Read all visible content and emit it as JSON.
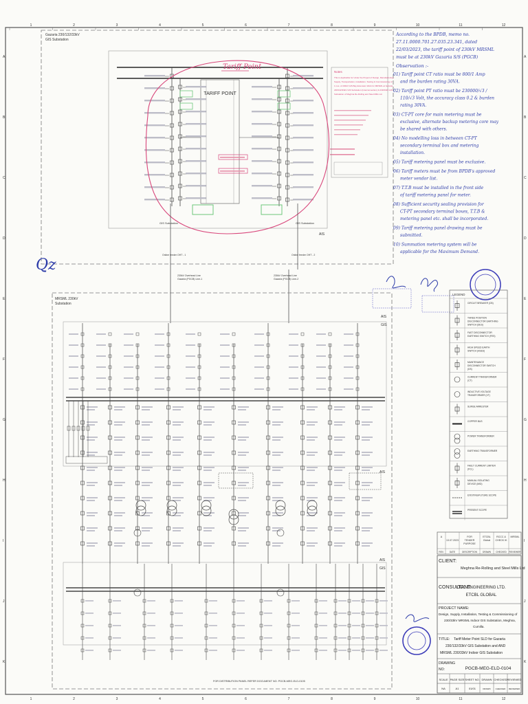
{
  "sheet": {
    "col_numbers": [
      "1",
      "2",
      "3",
      "4",
      "5",
      "6",
      "7",
      "8",
      "9",
      "10",
      "11",
      "12"
    ],
    "row_letters": [
      "A",
      "B",
      "C",
      "D",
      "E",
      "F",
      "G",
      "H",
      "I",
      "J",
      "K"
    ]
  },
  "top_section": {
    "box_label": [
      "Gazaria 230/132/33kV",
      "GIS Substation"
    ],
    "tariff_point_label": "TARIFF POINT",
    "tariff_point_handwritten": "Tariff Point",
    "left_bay_label": "GIS Substation",
    "right_bay_label": "GIS Substation",
    "corner_tag": "AIS",
    "line_labels": [
      "Online feeder OHT - 1",
      "Online feeder OHT - 2"
    ],
    "overhead_labels": [
      [
        "230kV Overhead Line",
        "Gazaria (PGCB) Line-1"
      ],
      [
        "230kV Overhead Line",
        "Gazaria (PGCB) Line-2"
      ]
    ]
  },
  "notes_box": {
    "heading": "Notes",
    "lines": [
      "This is Applicable for Under the Project of Design, Manufacturing,",
      "Supply, Transportation, Installation, Testing & Commissioning of",
      "1 nos. of 230kV GIS Bay Extension Work for MRSML at Gazaria",
      "230/132/33kV GIS Substation (Interconnection) & 230/33kV AIS",
      "Substation of Meghna Re-Rolling and Steel Mills Ltd."
    ]
  },
  "main_section": {
    "box_label": [
      "MRSML 230kV",
      "Substation"
    ],
    "tags": [
      "AIS",
      "GIS",
      "AIS",
      "AIS",
      "GIS"
    ],
    "footer_note": "FOR DISTRIBUTION PANEL REFER DOCUMENT NO. PGCB-MEG-ELD-0105"
  },
  "handwritten_notes": {
    "reference": "According to the BPDB, memo no. 27.11.0000.701.27.035.23.341, dated 22/03/2023, the tariff point of 230kV MRSML must be at 230kV Gazaria S/S (PGCB)",
    "heading": "Observation :-",
    "items": [
      "01) Tariff point CT ratio must be 800/1 Amp and the burden rating 30VA.",
      "02) Tariff point PT ratio must be 230000/√3 / 110/√3 Volt, the accuracy class 0.2 & burden rating 30VA.",
      "03) CT-PT core for main metering must be exclusive, alternate backup metering core may be shared with others.",
      "04) No modelling loss in between CT-PT secondary terminal box and metering installation.",
      "05) Tariff metering panel must be exclusive.",
      "06) Tariff meters must be from BPDB's approved meter vendor list.",
      "07) T.T.B must be installed in the front side of tariff metering panel for meter.",
      "08) Sufficient security sealing provision for CT-PT secondary terminal boxes, T.T.B & metering panel etc. shall be incorporated.",
      "09) Tariff metering panel drawing must be submitted.",
      "10) Summation metering system will be applicable for the Maximum Demand."
    ],
    "side_initials": "Qz"
  },
  "legend": {
    "title": "LEGEND",
    "items": [
      "CIRCUIT BREAKER (CB)",
      "THREE POSITION DISCONNECTOR EARTHING SWITCH (DES)",
      "FAST DISCONNECTOR EARTHING SWITCH (FES)",
      "HIGH SPEED EARTH SWITCH (HSES)",
      "MAINTENANCE DISCONNECTOR SWITCH (DS)",
      "CURRENT TRANSFORMER (CT)",
      "INDUCTIVE VOLTAGE TRANSFORMER (VT)",
      "SURGE ARRESTER",
      "COPPER BUS",
      "POWER TRANSFORMER",
      "EARTHING TRANSFORMER",
      "FAULT CURRENT LIMITER (FCL)",
      "MANUAL ISOLATING DEVICE (MID)",
      "EXISTING/FUTURE SCOPE",
      "PRESENT SCOPE"
    ]
  },
  "revision_table": {
    "row": [
      "A",
      "13.07.2023",
      "FOR TENDER PURPOSE",
      "ETCBL Global",
      "RCCC & CHECK IK",
      "MRSML"
    ],
    "headers": [
      "REV.",
      "DATE",
      "DESCRIPTION",
      "DRAWN",
      "CHECKED",
      "REVIEWER"
    ]
  },
  "title_block": {
    "client_label": "CLIENT:",
    "client_name": "Meghna Re-Rolling and Steel Mills Ltd",
    "consultant_label": "CONSULTANT:",
    "consultant_name": [
      "OCC ENGINEERING LTD.",
      "ETCBL GLOBAL"
    ],
    "project_label": "PROJECT NAME:",
    "project_name": [
      "Design, Supply, Installation, Testing & Commissioning of",
      "230/33kV MRSML Indoor GIS Substation, Meghna,",
      "Cumilla."
    ],
    "title_label": "TITLE:",
    "title_text": [
      "Tariff Meter Point SLD for Gazaria",
      "230/132/33kV GIS Substation and AND",
      "MRSML 230/33kV Indoor GIS Substation"
    ],
    "drawing_no_label": [
      "DRAWING",
      "NO:"
    ],
    "drawing_no": "PGCB-MEG-ELD-0104",
    "bottom_headers": [
      "SCALE",
      "PAGE SIZE",
      "SHEET NO.",
      "DRAWN",
      "CHECKED",
      "REVIEWED"
    ],
    "bottom_values": [
      "NA",
      "A1",
      "01/01",
      "DRAWN",
      "CHECKED",
      "REVIEWED"
    ]
  },
  "colors": {
    "line": "#3a3a4a",
    "red_annotation": "#d8457a",
    "green_box": "#6cc77a",
    "handwriting": "#2b3aa8",
    "stamp": "#3b3bb8"
  }
}
